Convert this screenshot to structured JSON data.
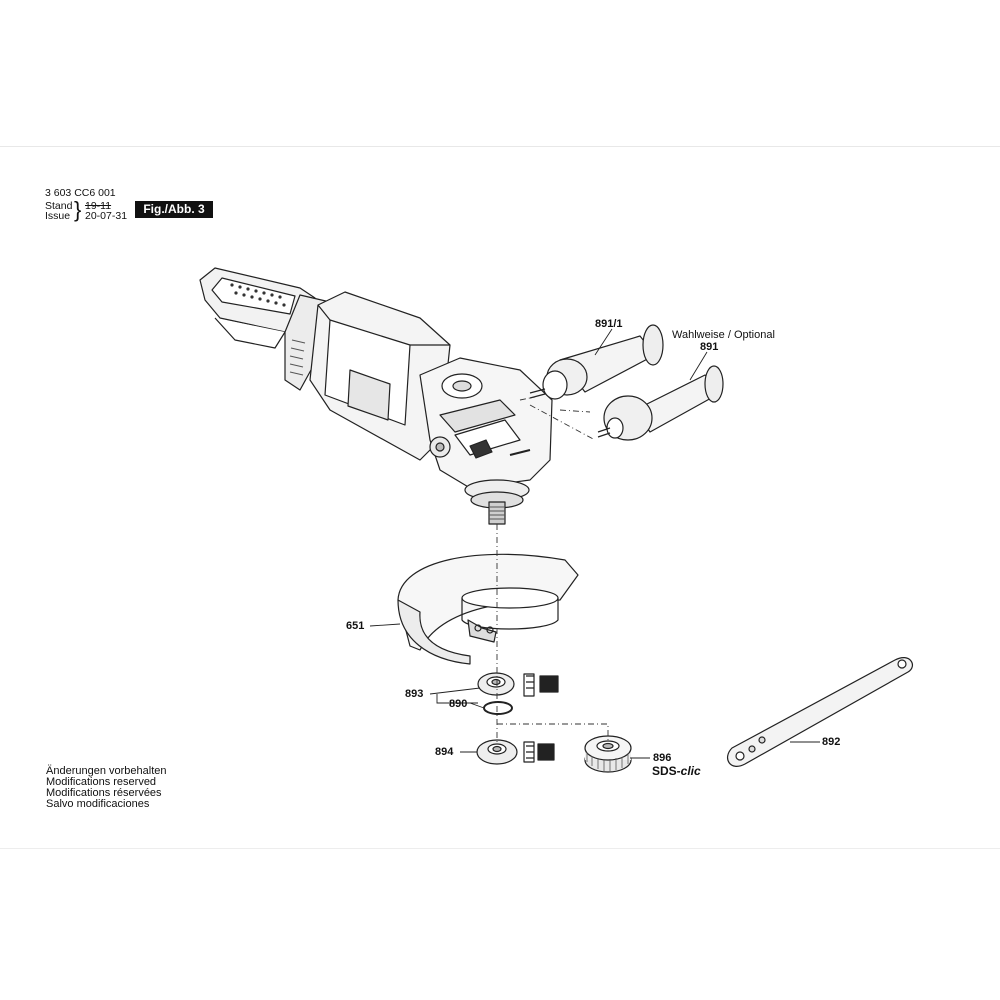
{
  "header": {
    "doc_number": "3 603 CC6 001",
    "stand_label": "Stand",
    "issue_label": "Issue",
    "brace": "}",
    "old_date": "19-11",
    "new_date": "20-07-31",
    "figure_label": "Fig./Abb. 3"
  },
  "parts": {
    "p891_1": "891/1",
    "optional_note": "Wahlweise / Optional",
    "p891": "891",
    "p651": "651",
    "p893": "893",
    "p890": "890",
    "p894": "894",
    "p896": "896",
    "sds_prefix": "SDS-",
    "sds_suffix": "clic",
    "p892": "892"
  },
  "footer": {
    "lines": [
      "Änderungen vorbehalten",
      "Modifications reserved",
      "Modifications réservées",
      "Salvo modificaciones"
    ]
  }
}
